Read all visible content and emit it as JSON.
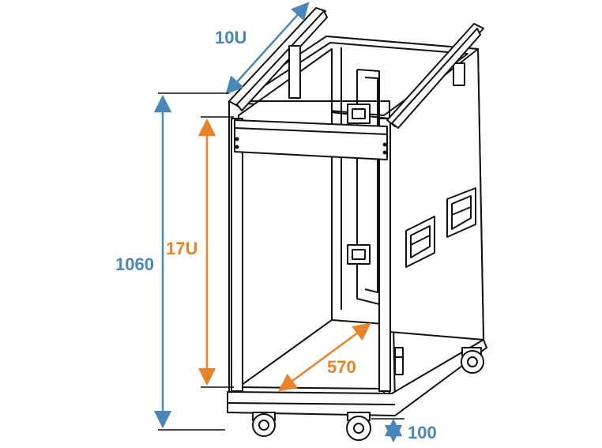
{
  "labels": {
    "top_rack_units": "10U",
    "overall_height": "1060",
    "front_rack_units": "17U",
    "inner_depth": "570",
    "wheel_height": "100"
  },
  "colors": {
    "blue_dimension": "#4a86b8",
    "orange_dimension": "#e8832a",
    "line_art": "#111111",
    "fill": "#ffffff"
  }
}
